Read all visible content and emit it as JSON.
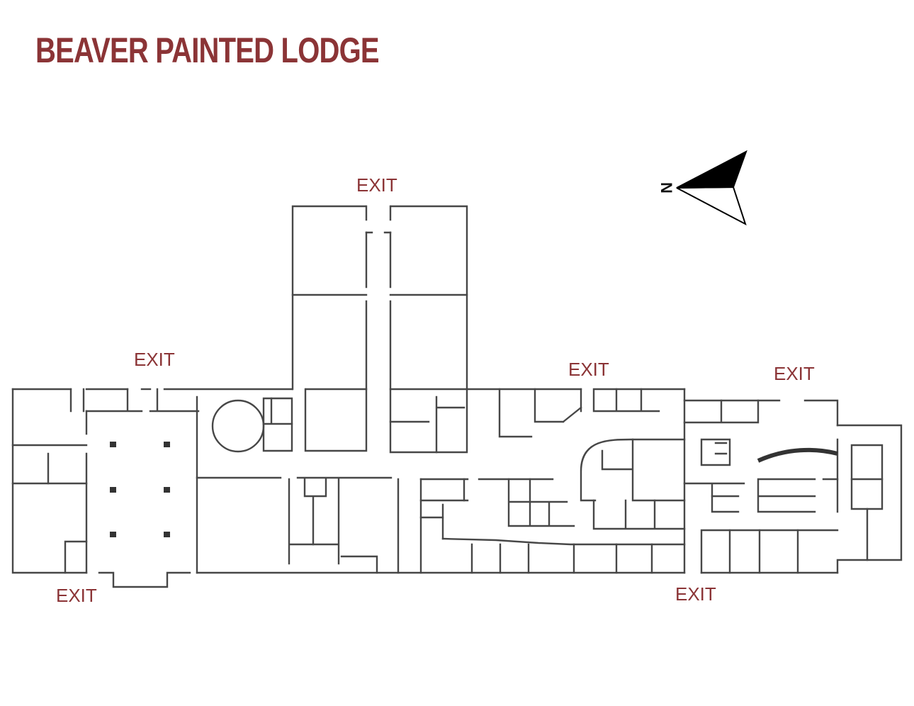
{
  "title": "BEAVER PAINTED LODGE",
  "colors": {
    "title": "#8b3436",
    "exit": "#8b3436",
    "walls": "#474747"
  },
  "compass": {
    "label": "N",
    "icon": "north-arrow-icon"
  },
  "exits": [
    {
      "label": "EXIT"
    },
    {
      "label": "EXIT"
    },
    {
      "label": "EXIT"
    },
    {
      "label": "EXIT"
    },
    {
      "label": "EXIT"
    },
    {
      "label": "EXIT"
    }
  ]
}
